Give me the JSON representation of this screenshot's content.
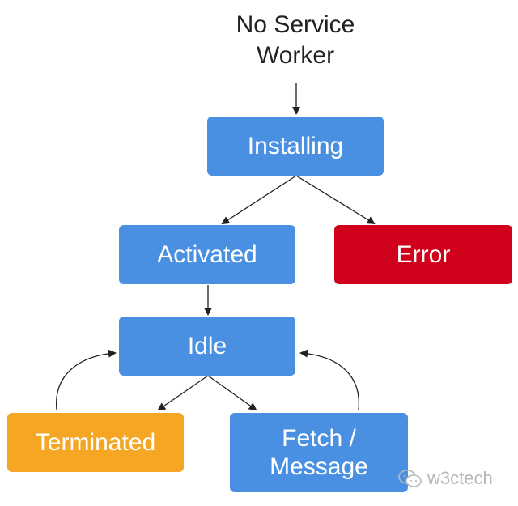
{
  "start": {
    "label_line1": "No Service",
    "label_line2": "Worker"
  },
  "nodes": {
    "installing": "Installing",
    "activated": "Activated",
    "error": "Error",
    "idle": "Idle",
    "terminated": "Terminated",
    "fetch_message": "Fetch /\nMessage"
  },
  "colors": {
    "state_blue": "#4a90e2",
    "error_red": "#d0021b",
    "terminated_orange": "#f5a623",
    "arrow": "#212121"
  },
  "watermark": {
    "icon": "wechat-icon",
    "text": "w3ctech"
  }
}
